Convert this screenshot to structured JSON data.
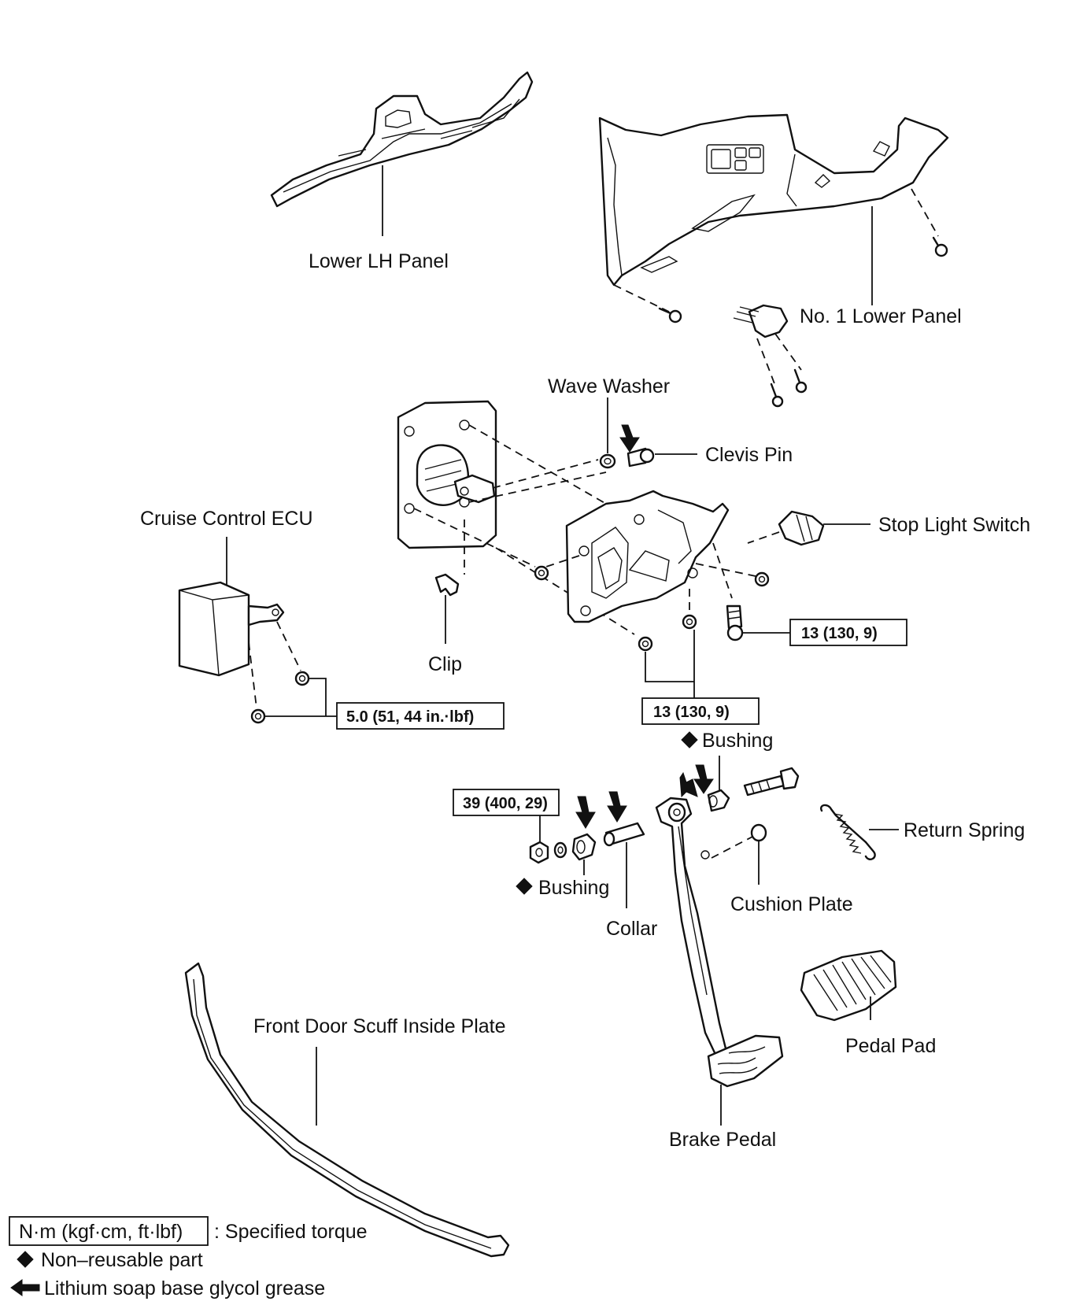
{
  "labels": {
    "lower_lh_panel": "Lower LH Panel",
    "no1_lower_panel": "No. 1 Lower Panel",
    "wave_washer": "Wave Washer",
    "clevis_pin": "Clevis Pin",
    "stop_light_switch": "Stop Light Switch",
    "cruise_control_ecu": "Cruise Control ECU",
    "clip": "Clip",
    "bushing_upper": "Bushing",
    "bushing_lower": "Bushing",
    "return_spring": "Return Spring",
    "cushion_plate": "Cushion Plate",
    "collar": "Collar",
    "front_door_scuff_inside_plate": "Front Door Scuff Inside Plate",
    "pedal_pad": "Pedal Pad",
    "brake_pedal": "Brake Pedal"
  },
  "torques": {
    "stop_switch_bolt": "13 (130, 9)",
    "bracket_nuts": "13 (130, 9)",
    "ecu_nuts": "5.0 (51, 44 in.·lbf)",
    "pivot_nut": "39 (400, 29)"
  },
  "legend": {
    "torque_box": "N·m (kgf·cm, ft·lbf)",
    "torque_text": ": Specified torque",
    "non_reusable": "Non–reusable part",
    "grease": "Lithium soap base glycol grease"
  }
}
